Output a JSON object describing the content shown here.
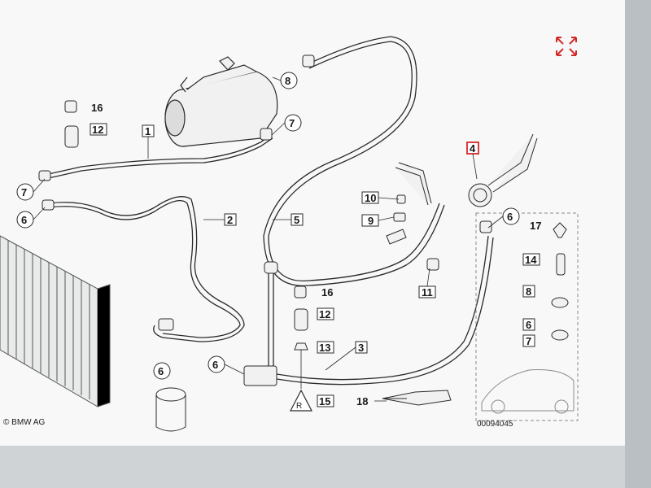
{
  "diagram": {
    "copyright": "© BMW AG",
    "drawing_number": "00094045",
    "callouts": {
      "c1": "1",
      "c2": "2",
      "c3": "3",
      "c4": "4",
      "c5": "5",
      "c6a": "6",
      "c6b": "6",
      "c6c": "6",
      "c6d": "6",
      "c6e": "6",
      "c7a": "7",
      "c7b": "7",
      "c7c": "7",
      "c8a": "8",
      "c8b": "8",
      "c9": "9",
      "c10": "10",
      "c11": "11",
      "c12a": "12",
      "c12b": "12",
      "c13": "13",
      "c14": "14",
      "c15": "15",
      "c16a": "16",
      "c16b": "16",
      "c17": "17",
      "c18": "18"
    },
    "expand_icon": "expand-arrows-icon"
  },
  "colors": {
    "paper": "#ffffff",
    "line": "#2a2a2a",
    "highlight": "#d22a2a",
    "background": "#cfd3d6"
  }
}
